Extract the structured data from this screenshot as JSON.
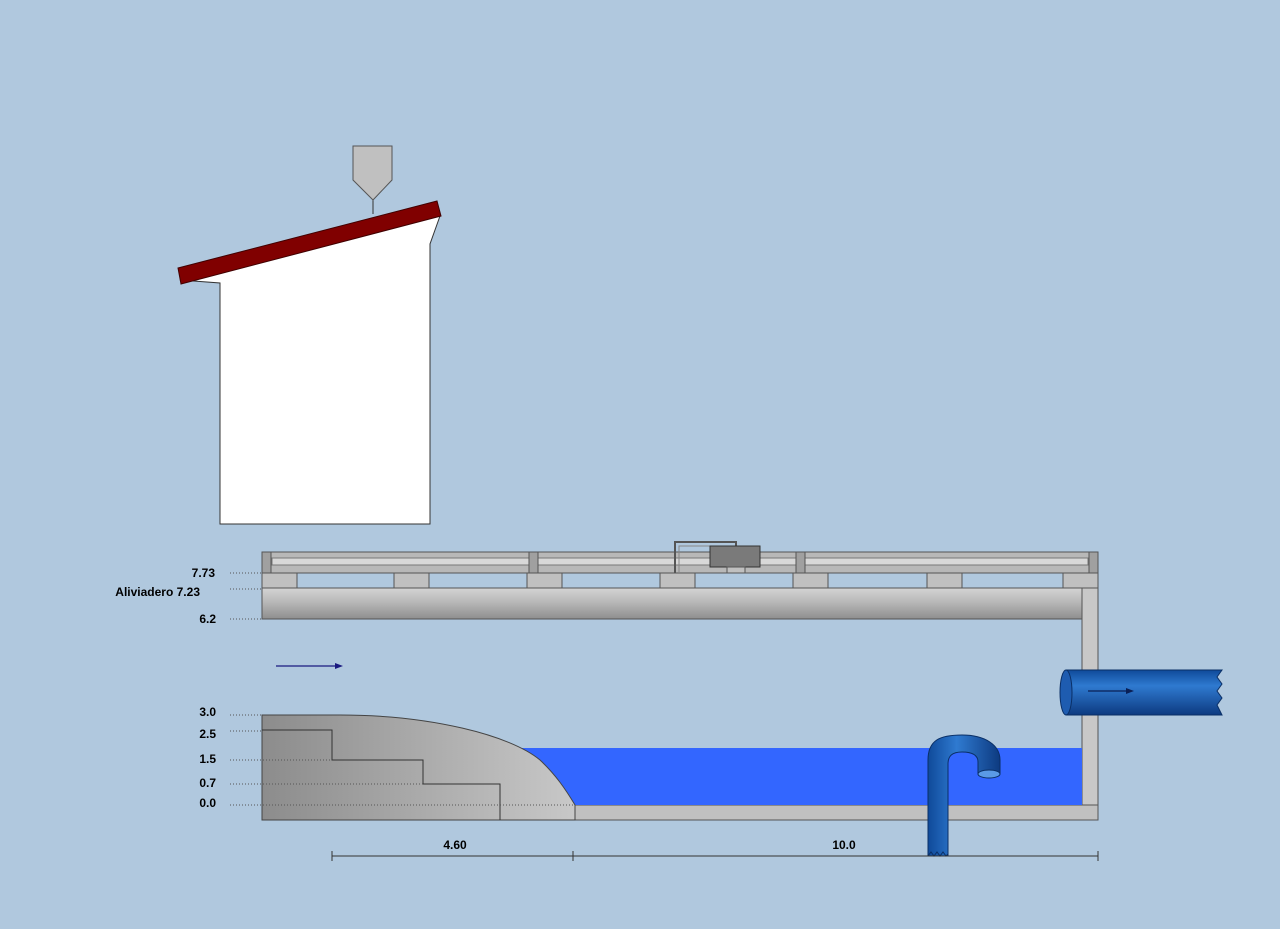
{
  "levels": {
    "top": "7.73",
    "spillway": "Aliviadero 7.23",
    "roof": "6.2",
    "l3": "3.0",
    "l25": "2.5",
    "l15": "1.5",
    "l07": "0.7",
    "l0": "0.0"
  },
  "dimensions": {
    "weir_length": "4.60",
    "tank_length": "10.0"
  },
  "colors": {
    "background": "#b0c8de",
    "water": "#3366ff",
    "pipe": "#1a5ab0",
    "roof_bar": "#800000",
    "concrete": "#a8a8a8",
    "building": "#ffffff"
  },
  "icons": {
    "flow_in": "arrow-right-icon",
    "flow_out": "arrow-right-icon"
  }
}
